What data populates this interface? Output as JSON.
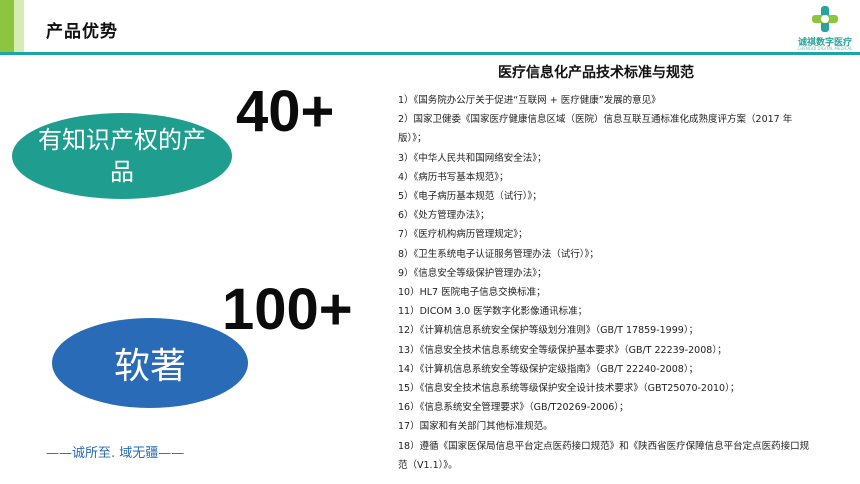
{
  "header": {
    "title": "产品优势",
    "logo_text": "诚祺数字医疗",
    "logo_subtext": "CHENGQI DIGITAL MEDICAL",
    "accent_color": "#8cc63f",
    "line_color": "#1aa6a6"
  },
  "highlights": [
    {
      "number": "40+",
      "label": "有知识产权的产品",
      "color": "#1f9e8f"
    },
    {
      "number": "100+",
      "label": "软著",
      "color": "#2a6bb7"
    }
  ],
  "slogan": "——诚所至. 域无疆——",
  "standards": {
    "title": "医疗信息化产品技术标准与规范",
    "items": [
      "1）《国务院办公厅关于促进“互联网 + 医疗健康”发展的意见》",
      "2）国家卫健委《国家医疗健康信息区域（医院）信息互联互通标准化成熟度评方案（2017 年版）》；",
      "3）《中华人民共和国网络安全法》；",
      "4）《病历书写基本规范》；",
      "5）《电子病历基本规范（试行）》；",
      "6）《处方管理办法》；",
      "7）《医疗机构病历管理规定》；",
      "8）《卫生系统电子认证服务管理办法（试行）》；",
      "9）《信息安全等级保护管理办法》；",
      "10）HL7 医院电子信息交换标准；",
      "11）DICOM 3.0 医学数字化影像通讯标准；",
      "12）《计算机信息系统安全保护等级划分准则》（GB/T 17859-1999）；",
      "13）《信息安全技术信息系统安全等级保护基本要求》（GB/T 22239-2008）；",
      "14）《计算机信息系统安全等级保护定级指南》（GB/T 22240-2008）；",
      "15）《信息安全技术信息系统等级保护安全设计技术要求》（GBT25070-2010）；",
      "16）《信息系统安全管理要求》（GB/T20269-2006）；",
      "17）国家和有关部门其他标准规范。",
      "18）遵循《国家医保局信息平台定点医药接口规范》和《陕西省医疗保障信息平台定点医药接口规范（V1.1）》。"
    ]
  }
}
